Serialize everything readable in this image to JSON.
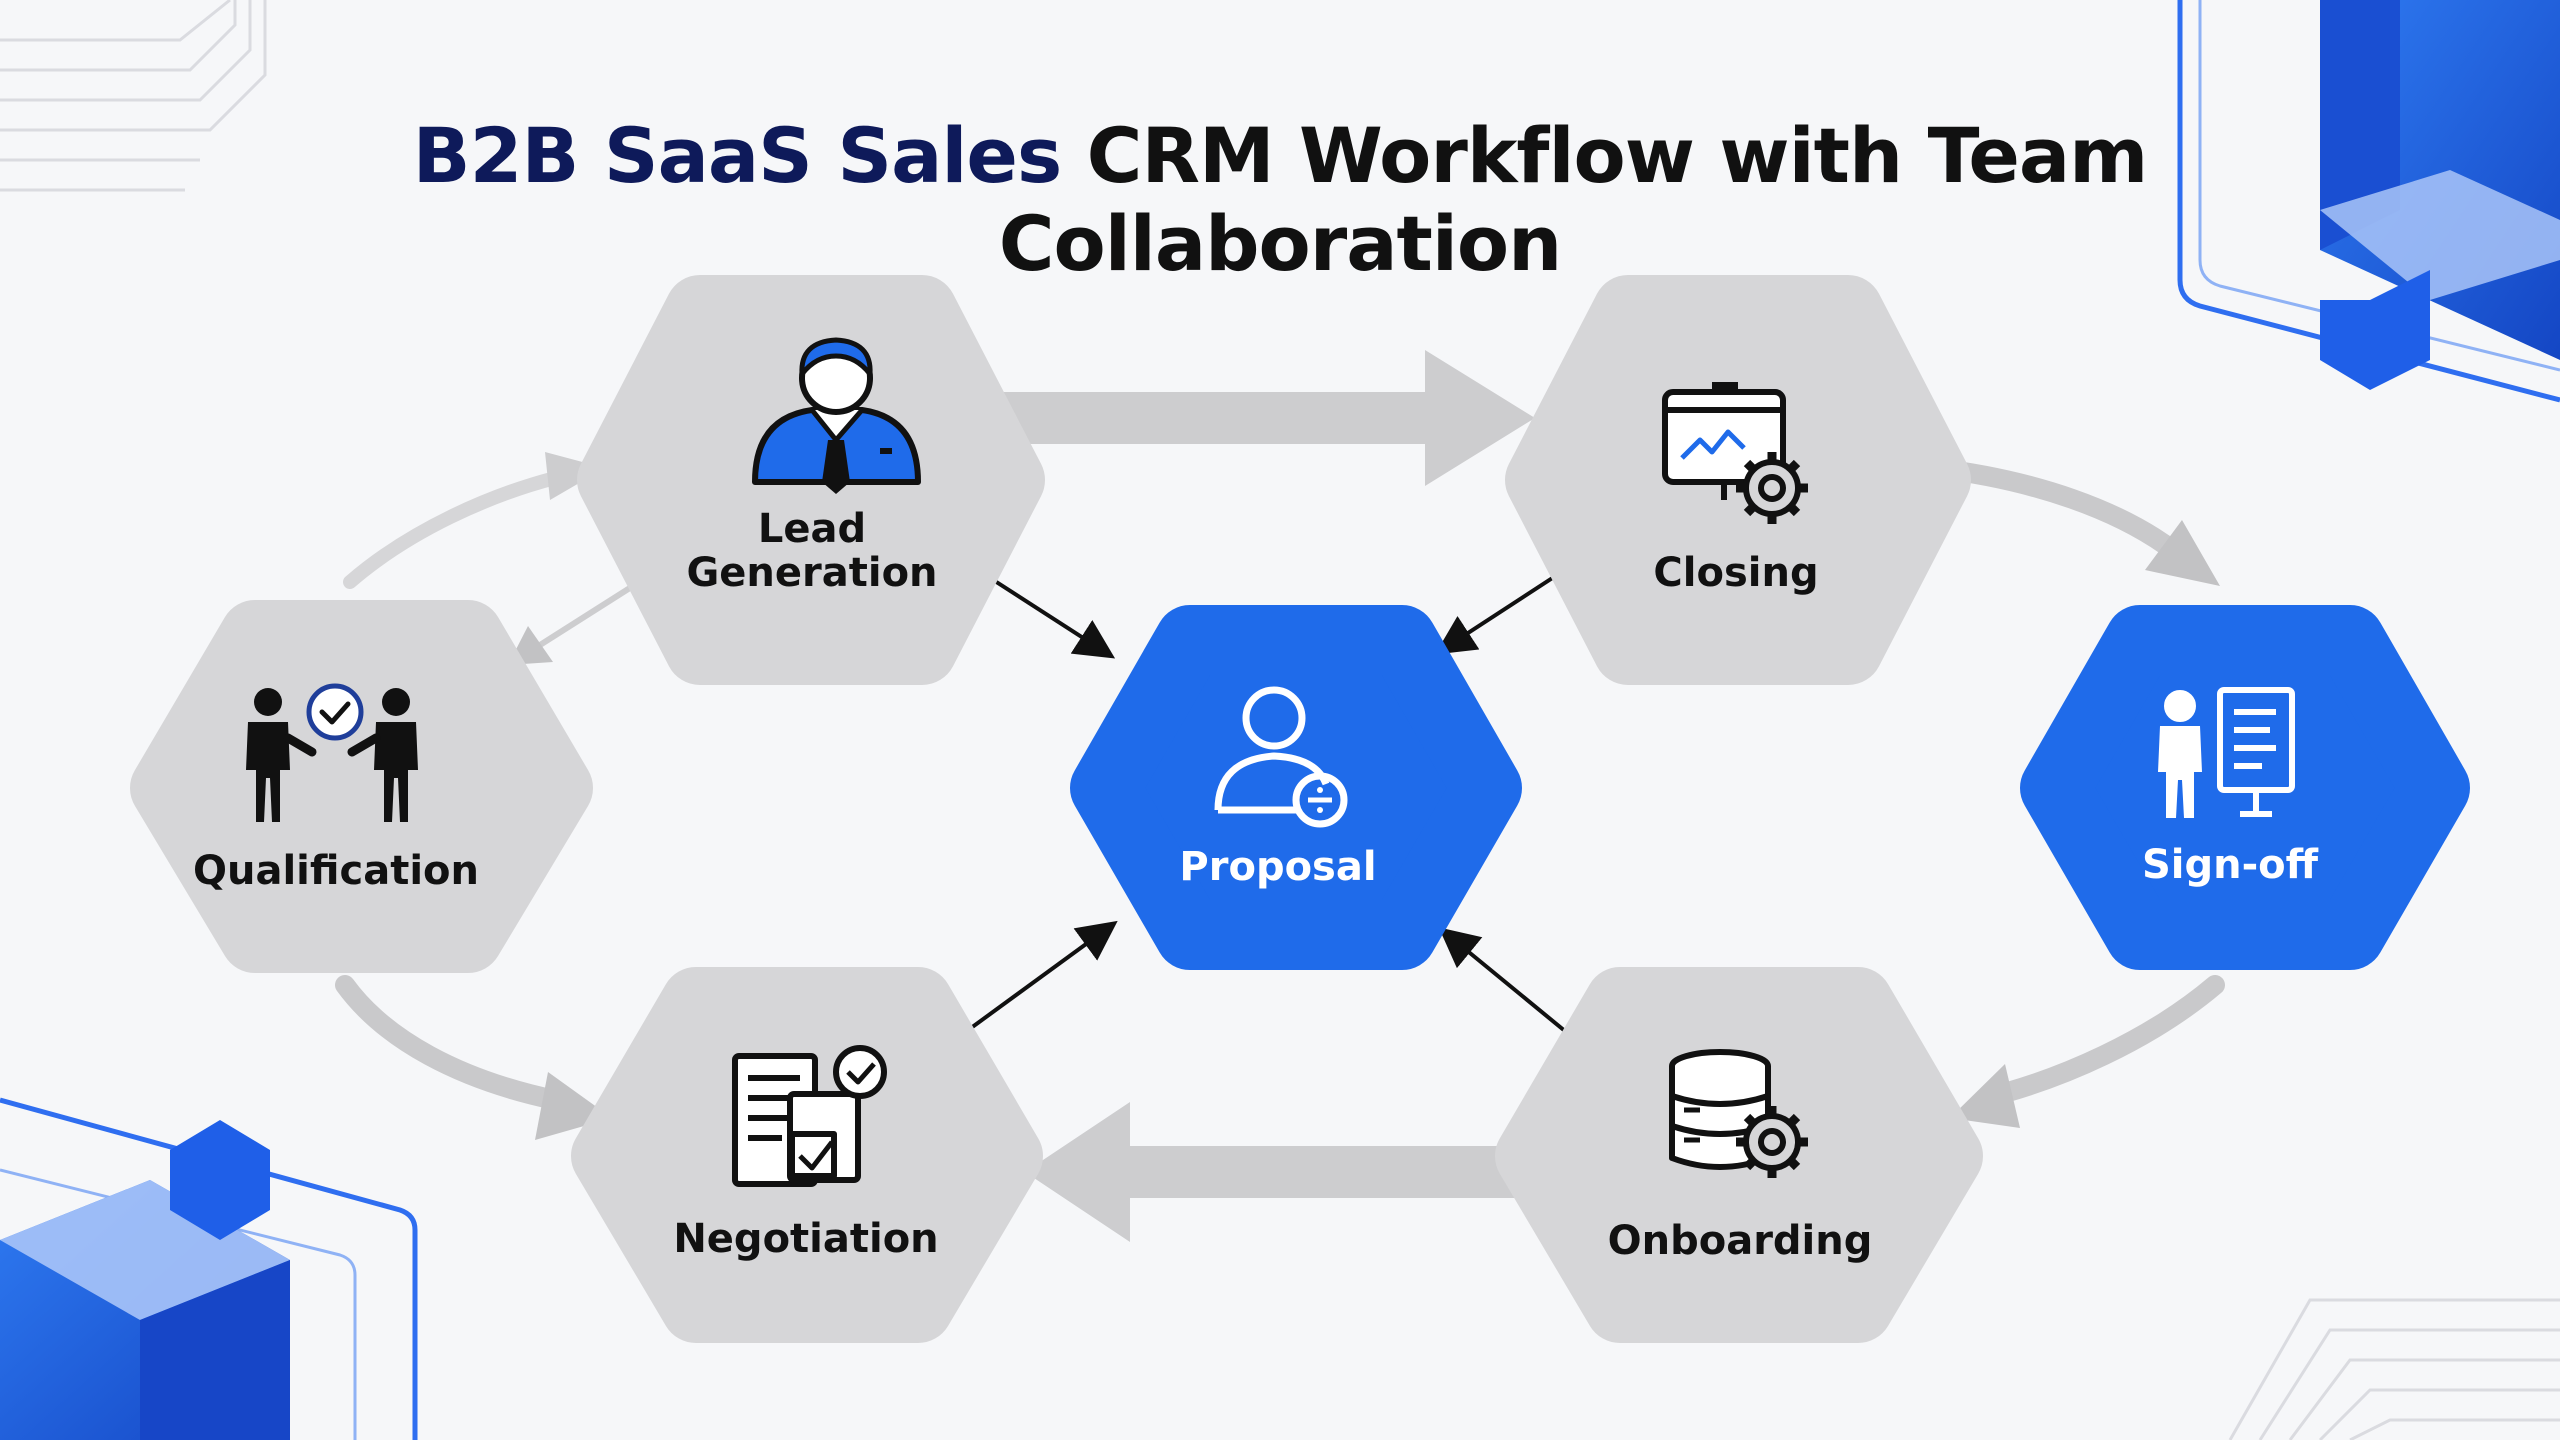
{
  "title": {
    "part1": "B2B SaaS Sales",
    "part2": "CRM Workflow with Team",
    "line2": "Collaboration"
  },
  "colors": {
    "accent_blue": "#1f6bea",
    "hex_gray": "#d6d6d8",
    "title_navy": "#0e1a5a",
    "flow_arrow": "#c9c9cb",
    "link_arrow": "#111111"
  },
  "nodes": [
    {
      "id": "lead-generation",
      "label_lines": [
        "Lead",
        "Generation"
      ],
      "icon": "businessman-icon",
      "style": "gray"
    },
    {
      "id": "closing",
      "label_lines": [
        "Closing"
      ],
      "icon": "dashboard-gear-icon",
      "style": "gray"
    },
    {
      "id": "qualification",
      "label_lines": [
        "Qualification"
      ],
      "icon": "people-check-icon",
      "style": "gray"
    },
    {
      "id": "proposal",
      "label_lines": [
        "Proposal"
      ],
      "icon": "user-add-icon",
      "style": "blue"
    },
    {
      "id": "sign-off",
      "label_lines": [
        "Sign-off"
      ],
      "icon": "person-document-icon",
      "style": "blue"
    },
    {
      "id": "negotiation",
      "label_lines": [
        "Negotiation"
      ],
      "icon": "documents-check-icon",
      "style": "gray"
    },
    {
      "id": "onboarding",
      "label_lines": [
        "Onboarding"
      ],
      "icon": "database-gear-icon",
      "style": "gray"
    }
  ],
  "edges": [
    {
      "from": "lead-generation",
      "to": "closing",
      "kind": "flow"
    },
    {
      "from": "closing",
      "to": "sign-off",
      "kind": "flow"
    },
    {
      "from": "sign-off",
      "to": "onboarding",
      "kind": "flow"
    },
    {
      "from": "onboarding",
      "to": "negotiation",
      "kind": "flow"
    },
    {
      "from": "qualification",
      "to": "negotiation",
      "kind": "flow"
    },
    {
      "from": "qualification",
      "to": "lead-generation",
      "kind": "flow"
    },
    {
      "from": "lead-generation",
      "to": "qualification",
      "kind": "flow"
    },
    {
      "from": "lead-generation",
      "to": "proposal",
      "kind": "link"
    },
    {
      "from": "closing",
      "to": "proposal",
      "kind": "link"
    },
    {
      "from": "negotiation",
      "to": "proposal",
      "kind": "link"
    },
    {
      "from": "onboarding",
      "to": "proposal",
      "kind": "link"
    }
  ]
}
